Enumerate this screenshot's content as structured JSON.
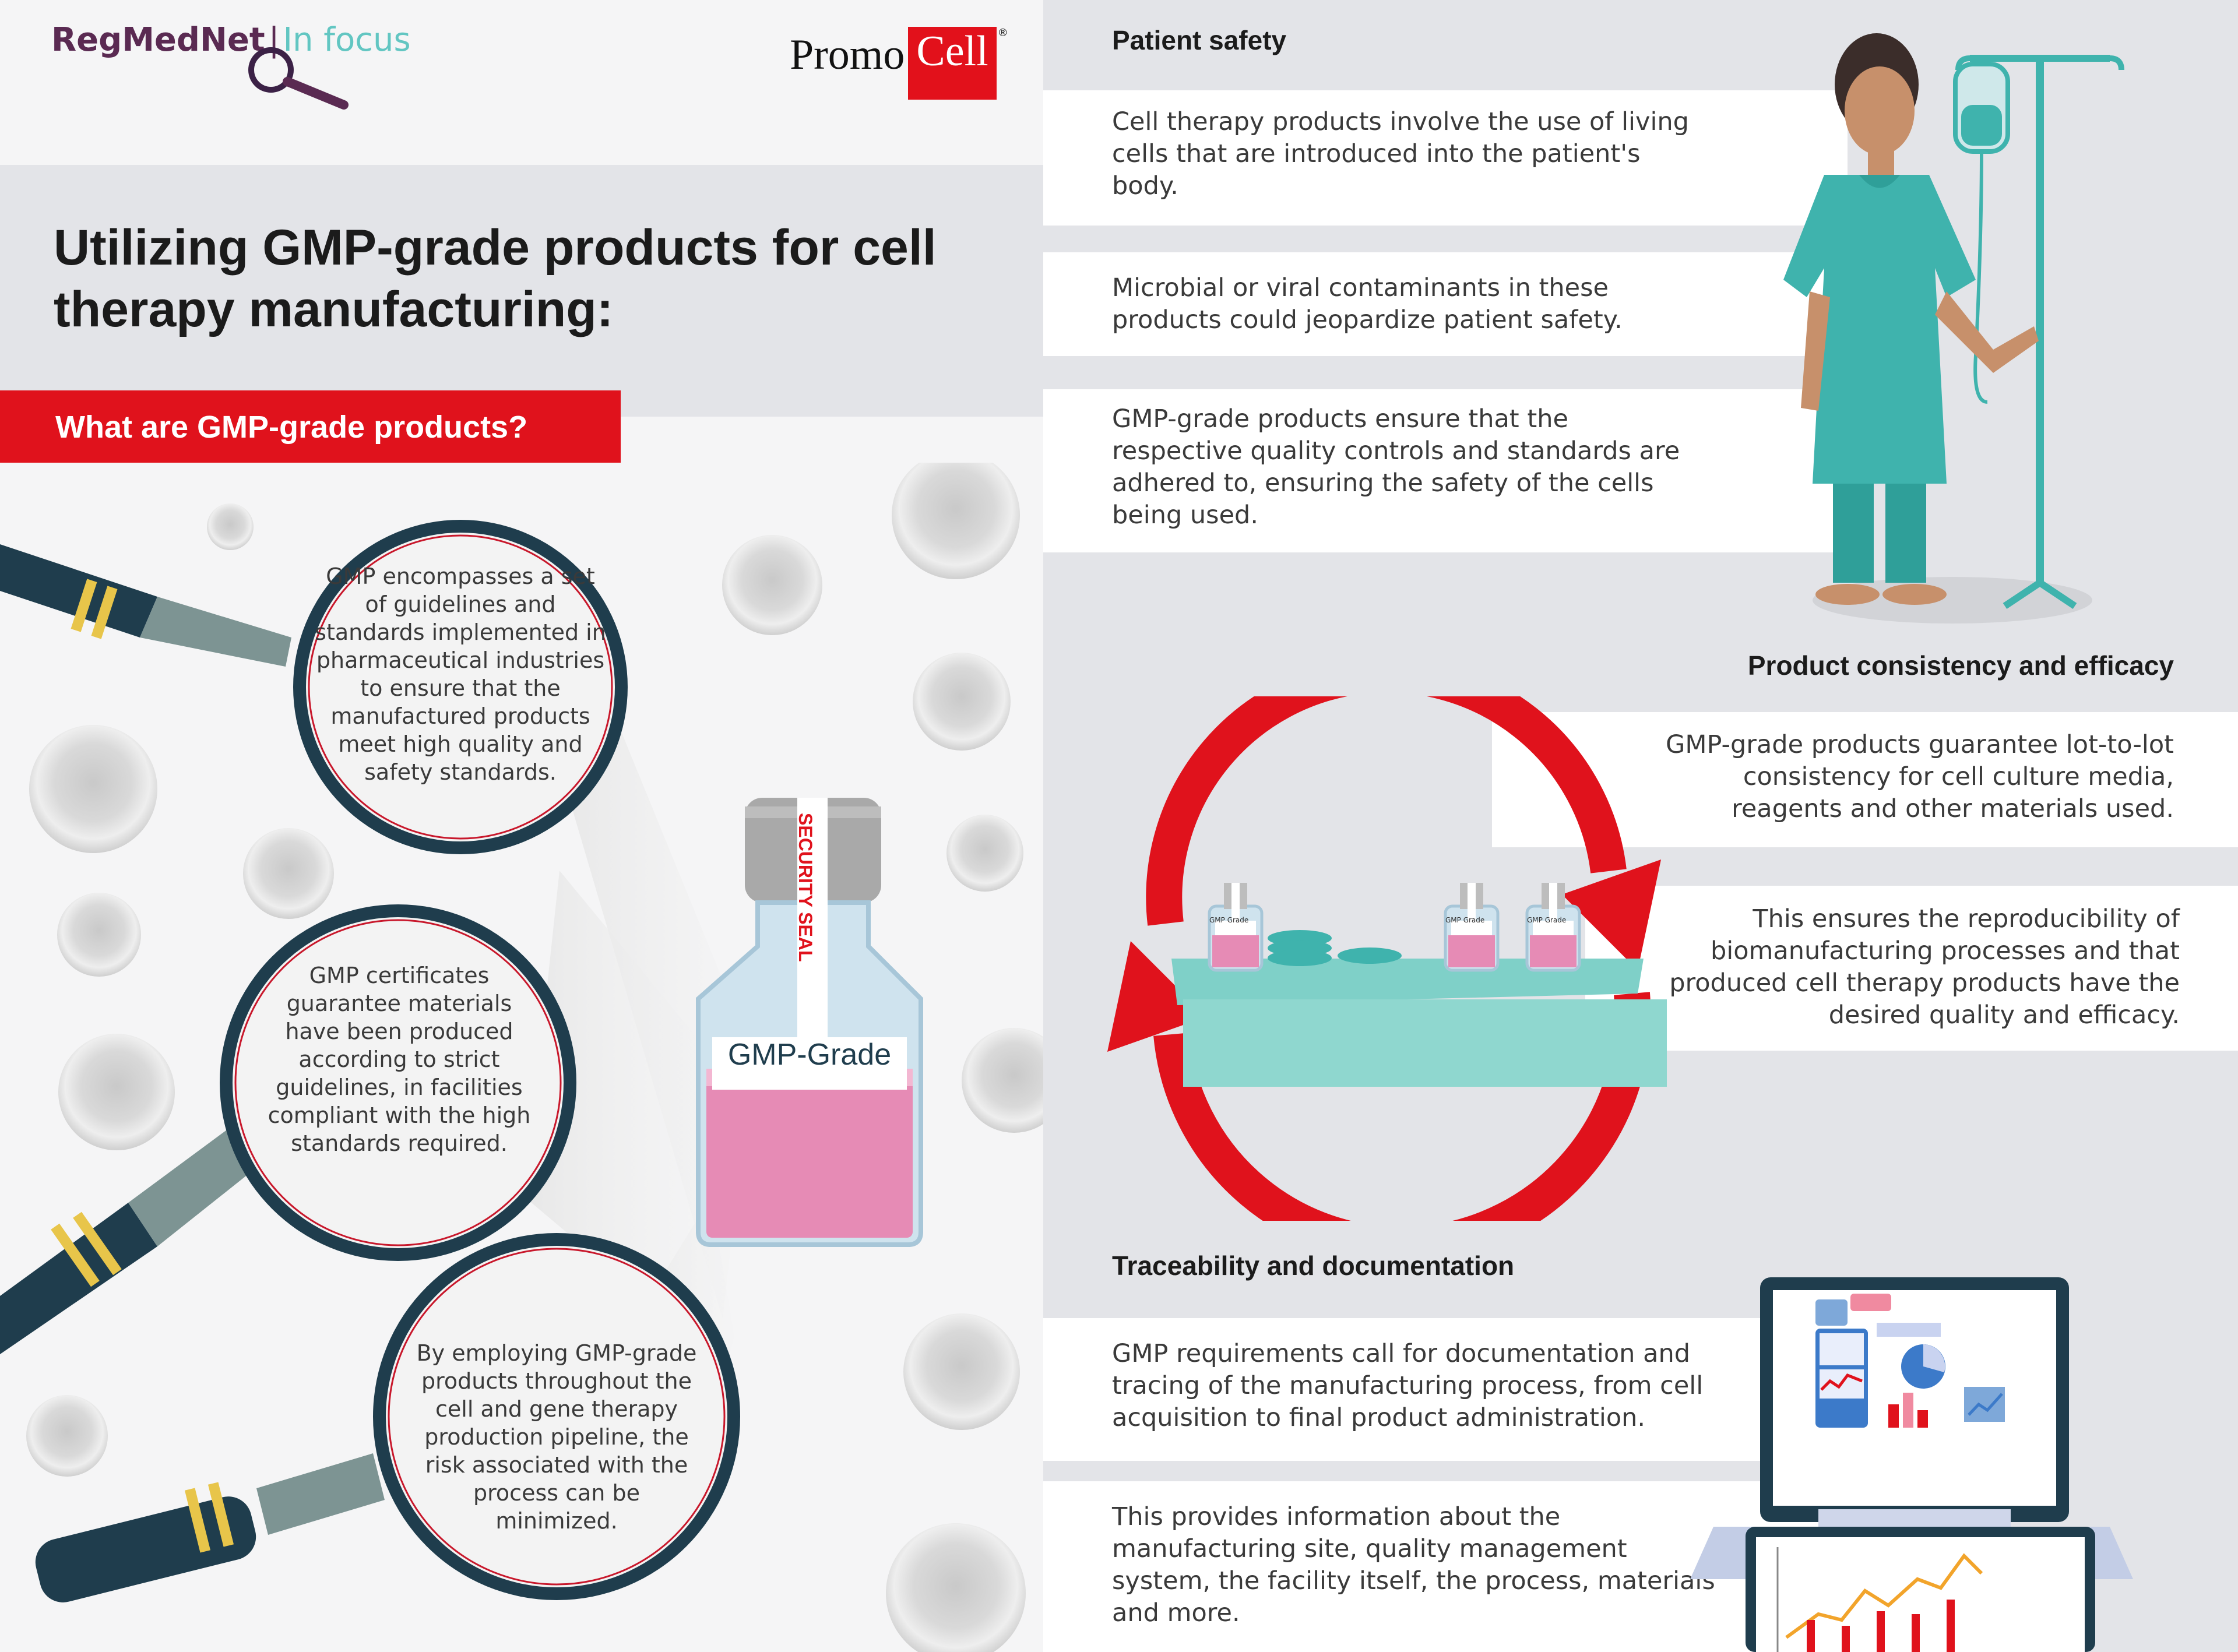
{
  "header": {
    "brand_left_main": "RegMedNet",
    "brand_left_sep": "|",
    "brand_left_sub": "In focus",
    "brand_right_a": "Promo",
    "brand_right_b": "Cell",
    "brand_right_tm": "®"
  },
  "title": "Utilizing GMP-grade products for cell therapy manufacturing:",
  "left": {
    "section_tag": "What are GMP-grade products?",
    "magnifier_1": "GMP encompasses a set of guidelines and standards implemented in pharmaceutical industries to ensure that the manufactured products meet high quality and safety standards.",
    "magnifier_2": "GMP certificates guarantee materials have been produced according to strict guidelines, in facilities compliant with the high standards required.",
    "magnifier_3": "By employing GMP-grade products throughout the cell and gene therapy production pipeline, the risk associated with the process can be minimized.",
    "bottle_seal": "SECURITY SEAL",
    "bottle_label": "GMP-Grade"
  },
  "patient_safety": {
    "title": "Patient safety",
    "p1": "Cell therapy products involve the use of living cells that are introduced into the patient's body.",
    "p2": "Microbial or viral contaminants in these products could jeopardize patient safety.",
    "p3": "GMP-grade products ensure that the respective quality controls and standards are adhered to, ensuring the safety of the cells being used."
  },
  "consistency": {
    "title": "Product consistency and efficacy",
    "p1": "GMP-grade products guarantee lot-to-lot consistency for cell culture media, reagents and other materials used.",
    "p2": "This ensures the reproducibility of biomanufacturing processes and that produced cell therapy products have the desired quality and efficacy.",
    "small_label": "GMP Grade"
  },
  "traceability": {
    "title": "Traceability and documentation",
    "p1": "GMP requirements call for documentation and tracing of the manufacturing process, from cell acquisition to final product administration.",
    "p2": "This provides information about the manufacturing site, quality management system, the facility itself, the process, materials and more."
  },
  "colors": {
    "red": "#e0121c",
    "teal": "#3fb3ad",
    "navy": "#1f3d4d",
    "band_gray": "#e3e4e8",
    "pink": "#e68bb5"
  }
}
